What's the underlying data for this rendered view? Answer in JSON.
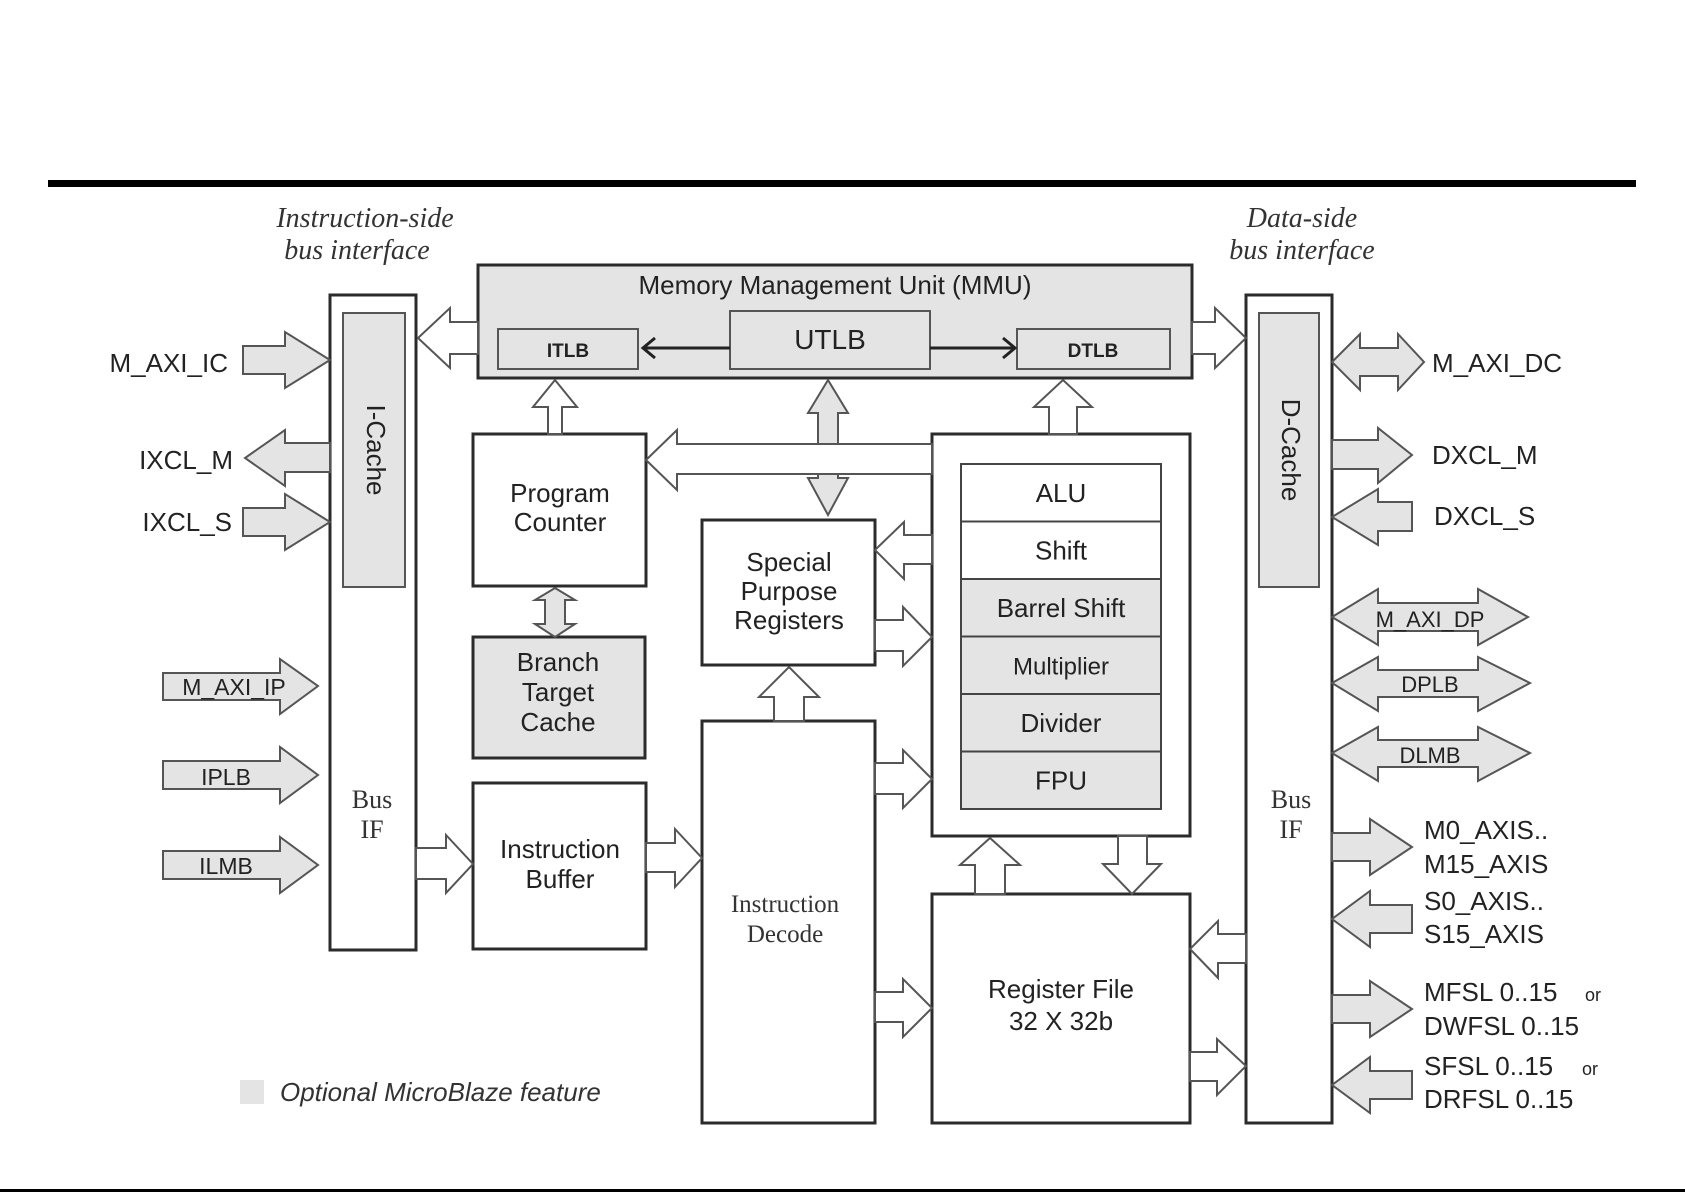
{
  "diagram": {
    "headings": {
      "instruction_side": [
        "Instruction-side",
        "bus interface"
      ],
      "data_side": [
        "Data-side",
        "bus interface"
      ]
    },
    "mmu": {
      "title": "Memory Management Unit (MMU)",
      "itlb": "ITLB",
      "utlb": "UTLB",
      "dtlb": "DTLB"
    },
    "left_bus": {
      "cache": "I-Cache",
      "bus_if": [
        "Bus",
        "IF"
      ]
    },
    "right_bus": {
      "cache": "D-Cache",
      "bus_if": [
        "Bus",
        "IF"
      ]
    },
    "program_counter": [
      "Program",
      "Counter"
    ],
    "branch_target_cache": [
      "Branch",
      "Target",
      "Cache"
    ],
    "instruction_buffer": [
      "Instruction",
      "Buffer"
    ],
    "special_purpose_registers": [
      "Special",
      "Purpose",
      "Registers"
    ],
    "instruction_decode": [
      "Instruction",
      "Decode"
    ],
    "execution_units": [
      {
        "label": "ALU",
        "optional": false
      },
      {
        "label": "Shift",
        "optional": false
      },
      {
        "label": "Barrel Shift",
        "optional": true
      },
      {
        "label": "Multiplier",
        "optional": true
      },
      {
        "label": "Divider",
        "optional": true
      },
      {
        "label": "FPU",
        "optional": true
      }
    ],
    "register_file": [
      "Register File",
      "32 X 32b"
    ],
    "left_ports": {
      "m_axi_ic": "M_AXI_IC",
      "ixcl_m": "IXCL_M",
      "ixcl_s": "IXCL_S",
      "m_axi_ip": "M_AXI_IP",
      "iplb": "IPLB",
      "ilmb": "ILMB"
    },
    "right_ports": {
      "m_axi_dc": "M_AXI_DC",
      "dxcl_m": "DXCL_M",
      "dxcl_s": "DXCL_S",
      "m_axi_dp": "M_AXI_DP",
      "dplb": "DPLB",
      "dlmb": "DLMB",
      "maxis": [
        "M0_AXIS..",
        "M15_AXIS"
      ],
      "saxis": [
        "S0_AXIS..",
        "S15_AXIS"
      ],
      "mfsl": [
        "MFSL 0..15",
        "or",
        "DWFSL 0..15"
      ],
      "sfsl": [
        "SFSL 0..15",
        "or",
        "DRFSL 0..15"
      ]
    },
    "legend": {
      "label": "Optional MicroBlaze feature",
      "color": "#e4e4e4"
    }
  }
}
